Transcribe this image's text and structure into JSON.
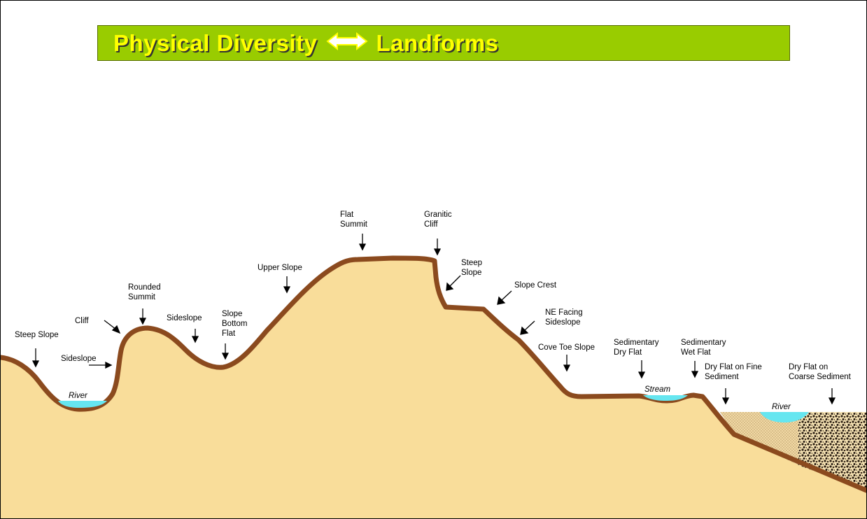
{
  "title": {
    "left": "Physical Diversity",
    "right": "Landforms",
    "arrow_icon": "double-arrow-icon"
  },
  "colors": {
    "title_background": "#99cc00",
    "title_text": "#ffff00",
    "terrain_fill": "#f9dd9a",
    "terrain_outline": "#8b4a1e",
    "water": "#66e6f0",
    "fine_sediment": "#f1d8a4",
    "coarse_sediment": "#4a3a2a"
  },
  "labels": {
    "steep_slope_left": [
      "Steep Slope"
    ],
    "sideslope_left": [
      "Sideslope"
    ],
    "river_left": [
      "River"
    ],
    "cliff": [
      "Cliff"
    ],
    "rounded_summit": [
      "Rounded",
      "Summit"
    ],
    "sideslope_mid": [
      "Sideslope"
    ],
    "slope_bottom_flat": [
      "Slope",
      "Bottom",
      "Flat"
    ],
    "upper_slope": [
      "Upper Slope"
    ],
    "flat_summit": [
      "Flat",
      "Summit"
    ],
    "granitic_cliff": [
      "Granitic",
      "Cliff"
    ],
    "steep_slope_right": [
      "Steep",
      "Slope"
    ],
    "slope_crest": [
      "Slope Crest"
    ],
    "ne_facing_sideslope": [
      "NE Facing",
      "Sideslope"
    ],
    "cove_toe_slope": [
      "Cove Toe Slope"
    ],
    "sedimentary_dry_flat": [
      "Sedimentary",
      "Dry Flat"
    ],
    "stream": [
      "Stream"
    ],
    "sedimentary_wet_flat": [
      "Sedimentary",
      "Wet Flat"
    ],
    "dry_flat_fine": [
      "Dry Flat on Fine",
      "Sediment"
    ],
    "dry_flat_coarse": [
      "Dry Flat on",
      "Coarse Sediment"
    ],
    "river_right": [
      "River"
    ]
  }
}
